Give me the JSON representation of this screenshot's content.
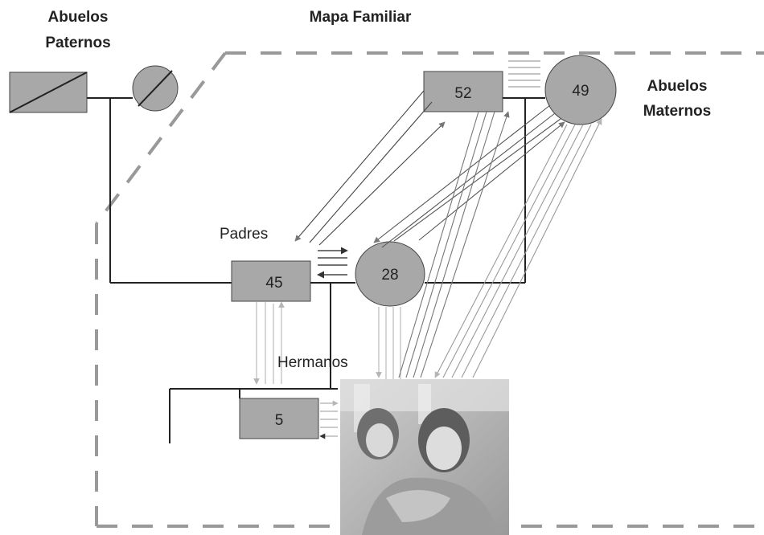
{
  "title": "Mapa Familiar",
  "labels": {
    "paternal_line1": "Abuelos",
    "paternal_line2": "Paternos",
    "maternal_line1": "Abuelos",
    "maternal_line2": "Maternos",
    "parents": "Padres",
    "siblings": "Hermanos"
  },
  "nodes": {
    "maternal_grandfather_age": "52",
    "maternal_grandmother_age": "49",
    "father_age": "45",
    "mother_age": "28",
    "sibling_age": "5"
  },
  "colors": {
    "box_fill": "#a8a8a8",
    "line_dark": "#222222",
    "line_mid": "#666666",
    "line_light": "#bcbcbc",
    "dash": "#999999"
  },
  "photo": {
    "description_icon": "photo-two-girls"
  }
}
